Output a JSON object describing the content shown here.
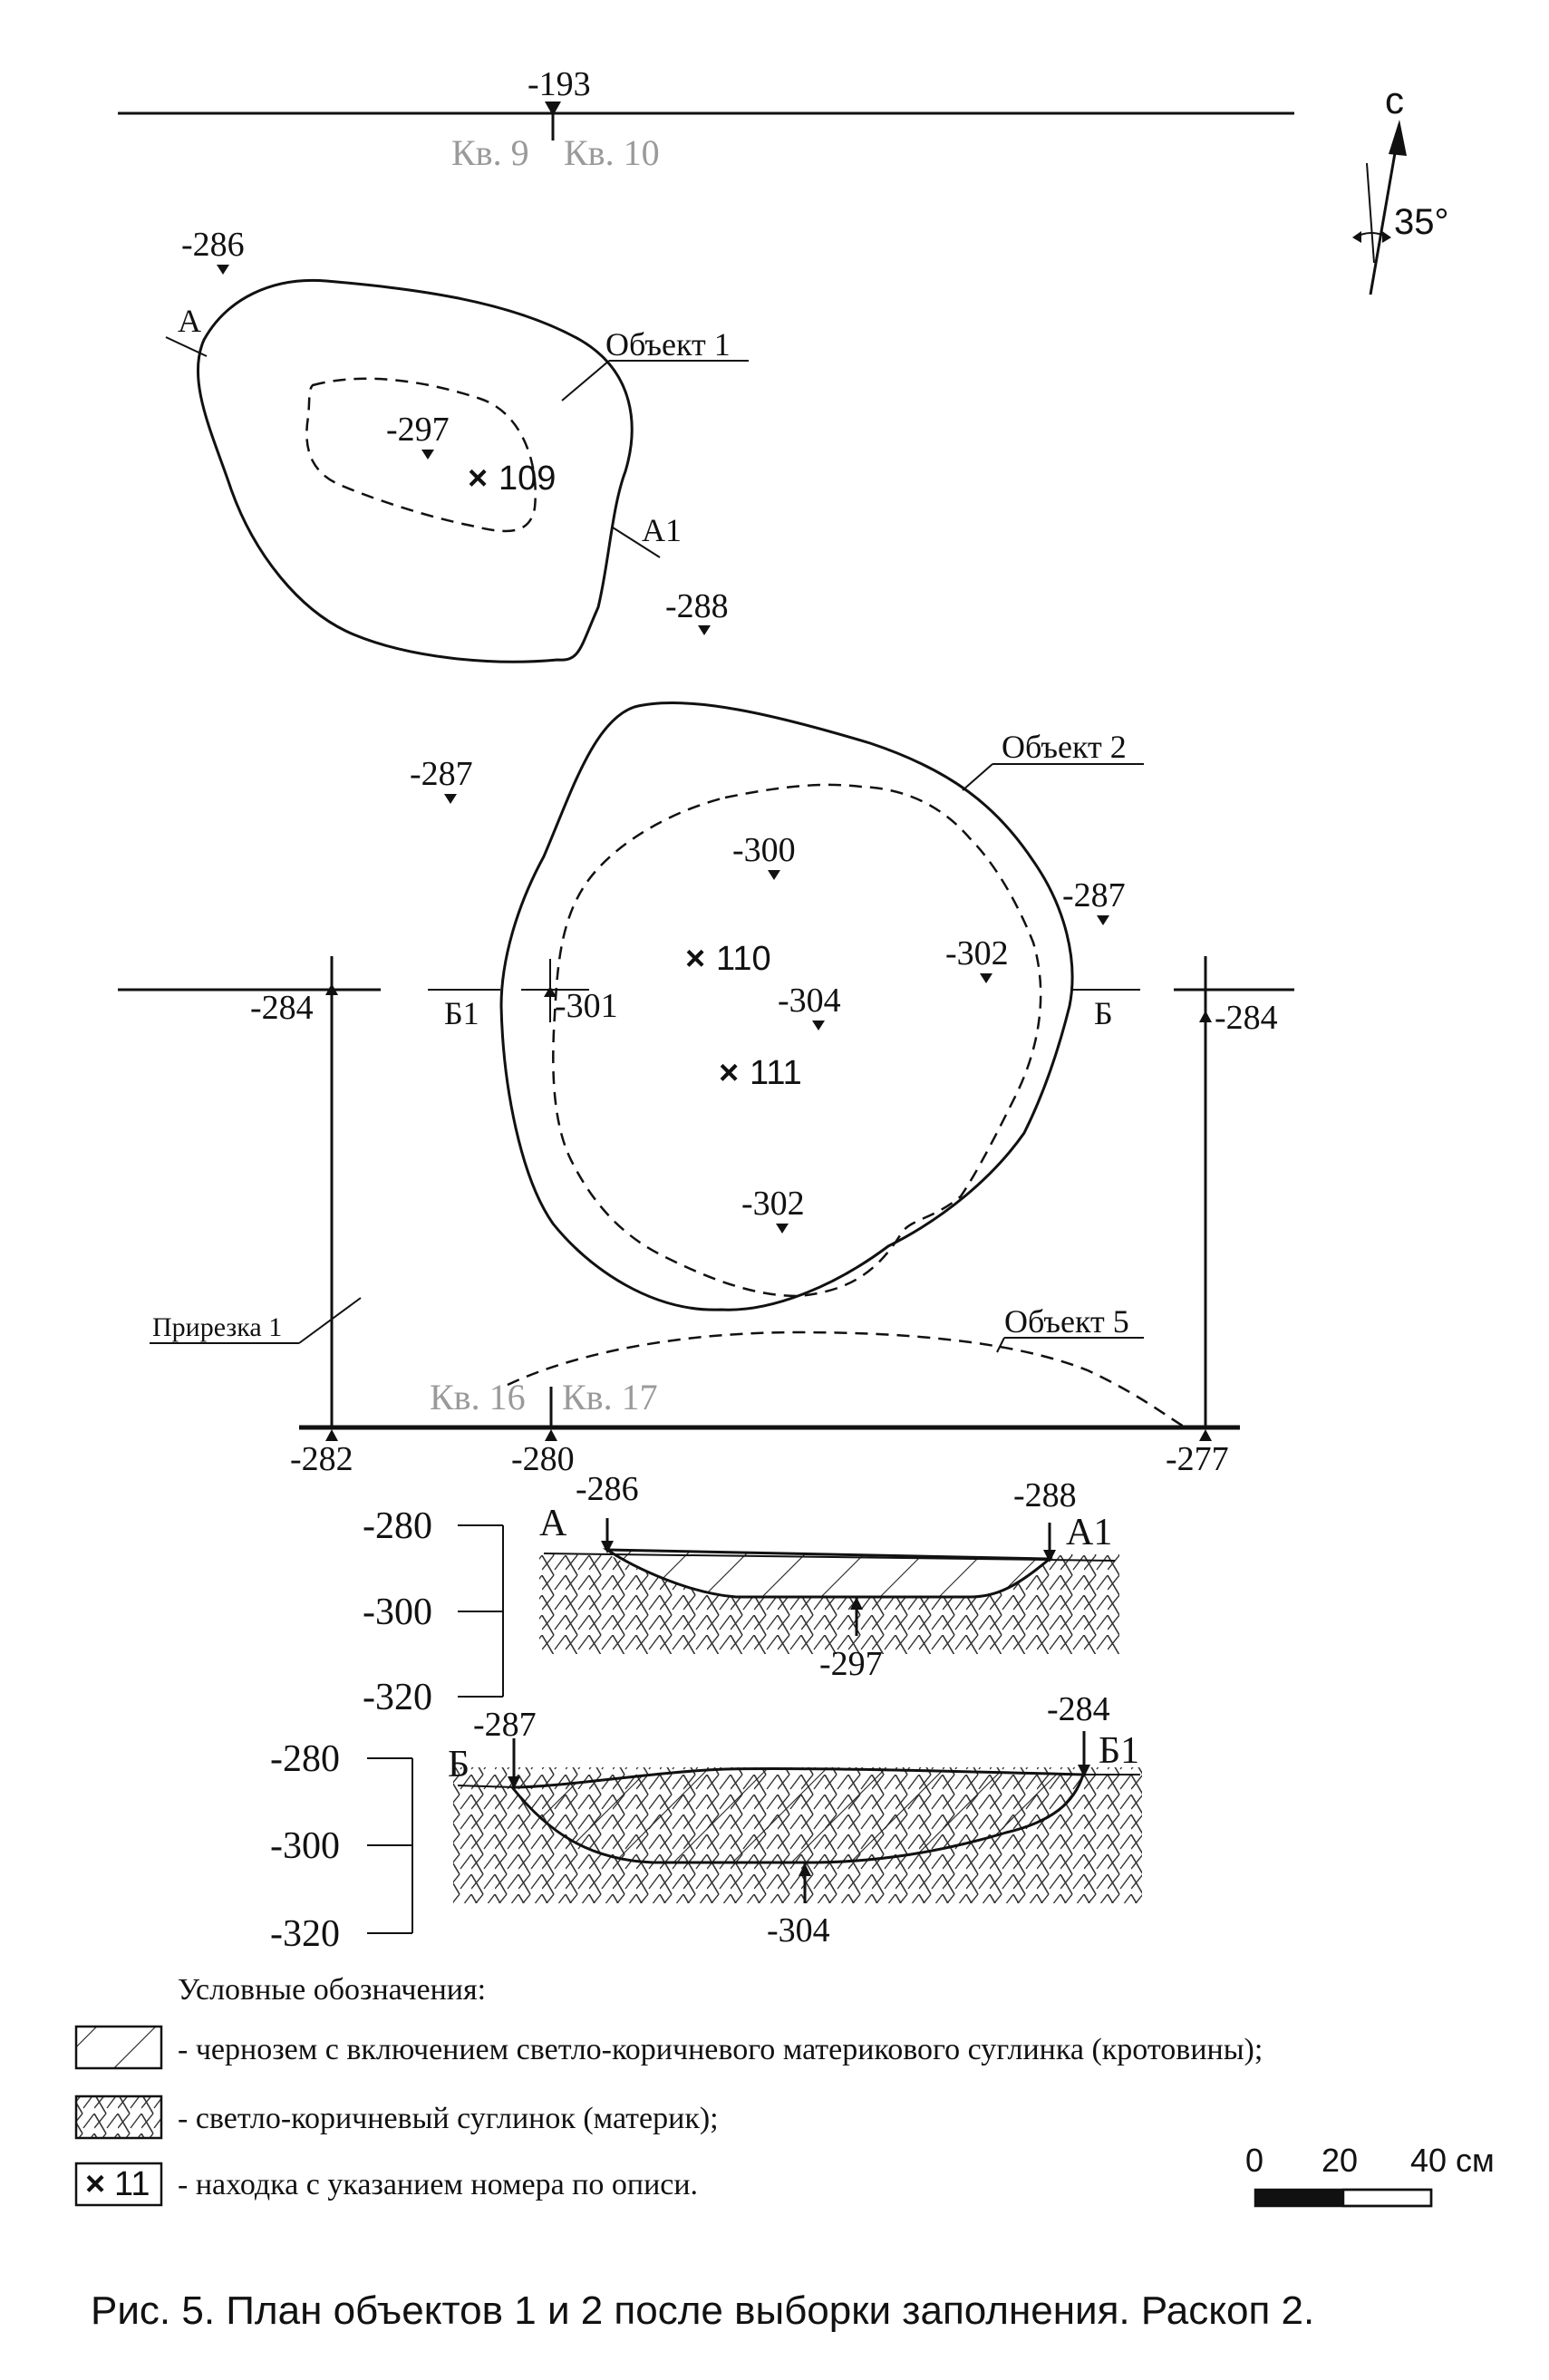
{
  "plan": {
    "north_letter": "с",
    "angle_label": "35°",
    "top_line": {
      "elevation": "-193",
      "left_quad": "Кв. 9",
      "right_quad": "Кв. 10"
    },
    "bottom_line": {
      "left_quad": "Кв. 16",
      "right_quad": "Кв. 17",
      "elevations": [
        "-282",
        "-280",
        "-277"
      ]
    },
    "object1": {
      "label": "Объект 1",
      "section_start": "А",
      "section_end": "А1",
      "elevations": [
        "-286",
        "-297",
        "-288"
      ],
      "find": "109"
    },
    "object2": {
      "label": "Объект 2",
      "section_start": "Б",
      "section_end": "Б1",
      "elevations": [
        "-287",
        "-300",
        "-287",
        "-302",
        "-301",
        "-304",
        "-302"
      ],
      "finds": [
        "110",
        "111"
      ]
    },
    "object5": {
      "label": "Объект 5"
    },
    "prirezka": {
      "label": "Прирезка 1",
      "elev_left": "-284",
      "elev_right": "-284"
    }
  },
  "section_A": {
    "start": "А",
    "end": "А1",
    "elev_start": "-286",
    "elev_end": "-288",
    "elev_bottom": "-297",
    "scale_ticks": [
      "-280",
      "-300",
      "-320"
    ]
  },
  "section_B": {
    "start": "Б",
    "end": "Б1",
    "elev_start": "-287",
    "elev_end": "-284",
    "elev_bottom": "-304",
    "scale_ticks": [
      "-280",
      "-300",
      "-320"
    ]
  },
  "legend": {
    "title": "Условные обозначения:",
    "items": [
      {
        "pattern": "hatch",
        "text": "- чернозем с включением светло-коричневого материкового суглинка (кротовины);"
      },
      {
        "pattern": "crosshatch",
        "text": "- светло-коричневый суглинок (материк);"
      },
      {
        "pattern": "find",
        "symbol": "11",
        "text": "- находка с указанием номера по описи."
      }
    ]
  },
  "scale_bar": {
    "labels": [
      "0",
      "20",
      "40 см"
    ]
  },
  "caption": "Рис. 5. План объектов 1 и 2 после выборки заполнения. Раскоп 2."
}
